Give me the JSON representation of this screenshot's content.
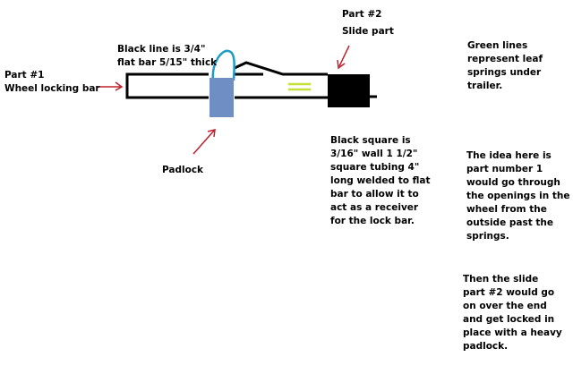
{
  "labels": {
    "part1": "Part #1\nWheel locking bar",
    "black_line": "Black line is 3/4\"\nflat bar 5/15\" thick",
    "part2": "Part #2\nSlide part",
    "green_lines": "Green lines\nrepresent leaf\nsprings under\ntrailer.",
    "padlock": "Padlock",
    "black_square": "Black square is\n3/16\" wall 1 1/2\"\nsquare tubing 4\"\nlong welded to flat\nbar to allow it to\nact as a receiver\nfor the lock bar.",
    "idea": "The idea here is\npart number 1\nwould go through\nthe openings in the\nwheel from the\noutside past the\nsprings.",
    "then": "Then the slide\npart    #2  would go\non over the end\nand get locked in\nplace with a heavy\npadlock."
  },
  "colors": {
    "bar": "#000000",
    "arrow": "#c0202a",
    "padlock_body": "#6f8fc4",
    "shackle": "#1e9bc6",
    "springs": "#c5e03a",
    "text": "#000000"
  }
}
